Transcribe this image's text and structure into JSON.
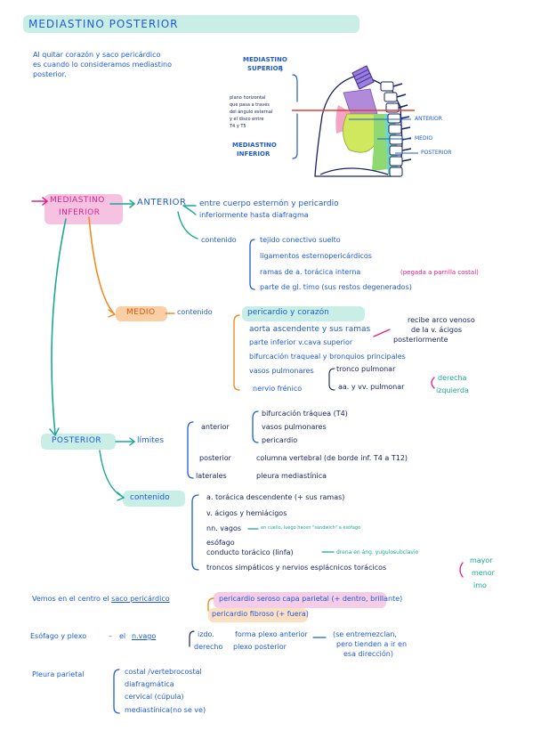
{
  "title": "MEDIASTINO POSTERIOR",
  "intro": [
    "Al quitar corazón y saco pericárdico",
    "es cuando lo consideramos mediastino",
    "posterior."
  ],
  "diagram": {
    "superior_label": [
      "MEDIASTINO",
      "SUPERIOR"
    ],
    "inferior_label": [
      "MEDIASTINO",
      "INFERIOR"
    ],
    "plane_note": [
      "plano horizontal",
      "que pasa a través",
      "del ángulo esternal",
      "y el disco entre",
      "T4 y T5"
    ],
    "region_labels": [
      "ANTERIOR",
      "MEDIO",
      "POSTERIOR"
    ]
  },
  "inferior": {
    "label": [
      "MEDIASTINO",
      "INFERIOR"
    ],
    "anterior": {
      "label": "ANTERIOR",
      "bounds": [
        "entre cuerpo esternón y pericardio",
        "inferiormente hasta diafragma"
      ],
      "contenido_label": "contenido",
      "contenido": [
        "tejido conectivo suelto",
        "ligamentos esternopericárdicos",
        "ramas de a. torácica interna",
        "parte de gl. timo (sus restos degenerados)"
      ],
      "note_pink": "(pegada a parrilla costal)"
    },
    "medio": {
      "label": "MEDIO",
      "contenido_label": "contenido",
      "items": [
        "pericardio y corazón",
        "aorta ascendente y sus ramas",
        "parte inferior v.cava superior",
        "bifurcación traqueal y bronquios principales",
        "vasos pulmonares",
        "nervio frénico"
      ],
      "cava_note": [
        "recibe arco venoso",
        "de la v. ácigos"
      ],
      "cava_arrow_note": "posteriormente",
      "vasos_sub": [
        "tronco pulmonar",
        "aa. y vv. pulmonar"
      ],
      "phrenic_sides": [
        "derecha",
        "izquierda"
      ]
    },
    "posterior": {
      "label": "POSTERIOR",
      "limites_label": "límites",
      "anterior_label": "anterior",
      "anterior_items": [
        "bifurcación tráquea (T4)",
        "vasos pulmonares",
        "pericardio"
      ],
      "posterior_label": "posterior",
      "posterior_item": "columna vertebral (de borde inf. T4 a T12)",
      "laterales_label": "laterales",
      "laterales_item": "pleura mediastínica",
      "contenido_label": "contenido",
      "contenido": [
        "a. torácica descendente  (+ sus ramas)",
        "v. ácigos y hemiácigos",
        "nn. vagos",
        "esófago",
        "conducto torácico (linfa)",
        "troncos simpáticos y nervios esplácnicos torácicos"
      ],
      "vagos_note": "en cuello, luego hacen \"sandwich\" a esófago",
      "conducto_note": "drena en áng. yugulosubclavio",
      "splanchnic_note": [
        "mayor",
        "menor",
        "imo"
      ]
    }
  },
  "saco": {
    "lead": "Vemos en el centro el",
    "lead_underlined": "saco pericárdico",
    "items": [
      "pericardio seroso capa parietal  (+ dentro, brillante)",
      "pericardio fibroso  (+ fuera)"
    ]
  },
  "esofago": {
    "lead": "Esófago y plexo",
    "vago": "n.vago",
    "sides": [
      "izdo.",
      "derecho"
    ],
    "forma": [
      "forma plexo anterior",
      "plexo posterior"
    ],
    "note": [
      "(se entremezclan,",
      "pero tienden a ir en",
      "esa dirección)"
    ]
  },
  "pleura": {
    "lead": "Pleura parietal",
    "items": [
      "costal /vertebrocostal",
      "diafragmática",
      "cervical (cúpula)",
      "mediastínica(no se ve)"
    ]
  }
}
